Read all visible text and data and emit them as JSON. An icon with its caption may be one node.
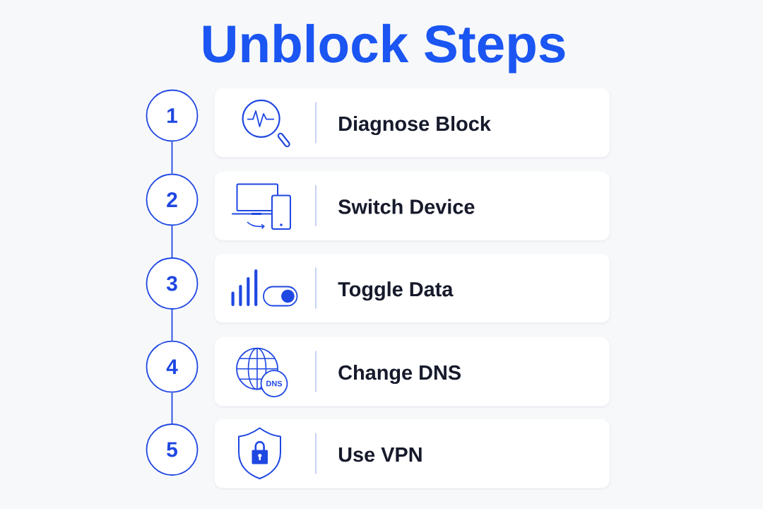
{
  "diagram": {
    "title": "Unblock Steps",
    "nodes": [
      {
        "text": [
          "1"
        ]
      },
      {
        "text": [
          "Diagnose Block"
        ]
      },
      {
        "text": [
          "2"
        ]
      },
      {
        "text": [
          "Switch Device"
        ]
      },
      {
        "text": [
          "3"
        ]
      },
      {
        "text": [
          "Toggle Data"
        ]
      },
      {
        "text": [
          "4"
        ]
      },
      {
        "text": [
          "Change DNS"
        ]
      },
      {
        "text": [
          "5"
        ]
      },
      {
        "text": [
          "Use VPN"
        ]
      }
    ],
    "edges": [
      {
        "from": 0,
        "to": 2,
        "arrow": "none"
      },
      {
        "from": 2,
        "to": 4,
        "arrow": "none"
      },
      {
        "from": 4,
        "to": 6,
        "arrow": "none"
      },
      {
        "from": 6,
        "to": 8,
        "arrow": "none"
      }
    ],
    "labels": [
      "DNS"
    ]
  }
}
